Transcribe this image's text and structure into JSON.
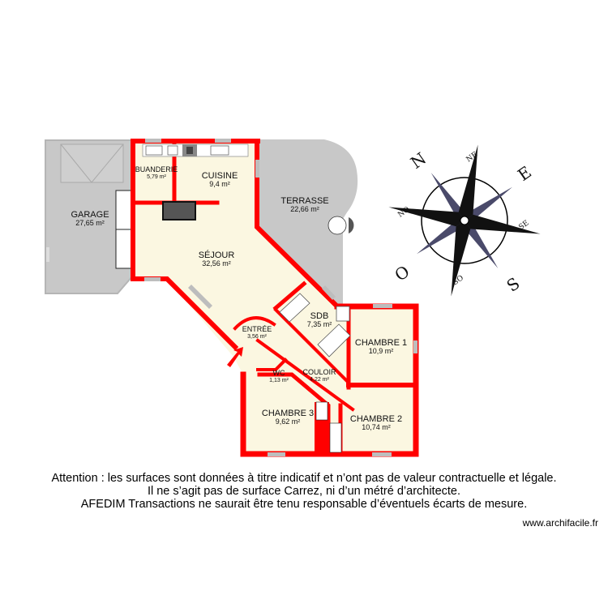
{
  "plan": {
    "rooms": [
      {
        "name": "GARAGE",
        "area": "27,65 m²"
      },
      {
        "name": "BUANDERIE",
        "area": "5,79 m²"
      },
      {
        "name": "CUISINE",
        "area": "9,4 m²"
      },
      {
        "name": "TERRASSE",
        "area": "22,66 m²"
      },
      {
        "name": "SÉJOUR",
        "area": "32,56 m²"
      },
      {
        "name": "SDB",
        "area": "7,35 m²"
      },
      {
        "name": "ENTRÉE",
        "area": "3,56 m²"
      },
      {
        "name": "CHAMBRE 1",
        "area": "10,9 m²"
      },
      {
        "name": "WC",
        "area": "1,13 m²"
      },
      {
        "name": "COULOIR",
        "area": "4,22 m²"
      },
      {
        "name": "CHAMBRE 3",
        "area": "9,62 m²"
      },
      {
        "name": "CHAMBRE 2",
        "area": "10,74 m²"
      }
    ],
    "colors": {
      "wall": "#ff0000",
      "interior": "#fbf7e1",
      "exterior": "#c8c8c8",
      "window": "#bdbdbd"
    }
  },
  "compass": {
    "n": "N",
    "ne": "NE",
    "e": "E",
    "se": "SE",
    "s": "S",
    "so": "SO",
    "o": "O",
    "no": "NO"
  },
  "disclaimer": {
    "line1": "Attention : les surfaces sont données à titre indicatif et n’ont pas de valeur contractuelle et légale.",
    "line2": "Il ne s’agit pas de surface Carrez, ni d’un métré d’architecte.",
    "line3": "AFEDIM Transactions ne saurait être tenu responsable d’éventuels écarts de mesure."
  },
  "credit": "www.archifacile.fr"
}
